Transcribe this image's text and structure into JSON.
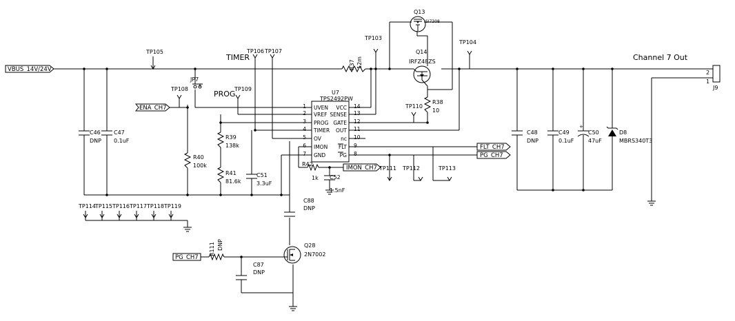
{
  "nets": {
    "vbus": "VBUS_14V/24V",
    "ena": "ENA_CH7",
    "flt": "FLT_CH7",
    "pg_out": "PG_CH7",
    "imon": "IMON_CH7",
    "pg_in": "PG_CH7"
  },
  "labels": {
    "timer": "TIMER",
    "prog": "PROG",
    "channel_out": "Channel 7 Out"
  },
  "test_points": {
    "tp103": "TP103",
    "tp104": "TP104",
    "tp105": "TP105",
    "tp106": "TP106",
    "tp107": "TP107",
    "tp108": "TP108",
    "tp109": "TP109",
    "tp110": "TP110",
    "tp111": "TP111",
    "tp112": "TP112",
    "tp113": "TP113",
    "tp114": "TP114",
    "tp115": "TP115",
    "tp116": "TP116",
    "tp117": "TP117",
    "tp118": "TP118",
    "tp119": "TP119"
  },
  "ic": {
    "ref": "U7",
    "part": "TPS2492PW",
    "left_pins": [
      {
        "num": "1",
        "name": "UVEN"
      },
      {
        "num": "2",
        "name": "VREF"
      },
      {
        "num": "3",
        "name": "PROG"
      },
      {
        "num": "4",
        "name": "TIMER"
      },
      {
        "num": "5",
        "name": "OV"
      },
      {
        "num": "6",
        "name": "IMON"
      },
      {
        "num": "7",
        "name": "GND"
      }
    ],
    "right_pins": [
      {
        "num": "14",
        "name": "VCC"
      },
      {
        "num": "13",
        "name": "SENSE"
      },
      {
        "num": "12",
        "name": "GATE"
      },
      {
        "num": "11",
        "name": "OUT"
      },
      {
        "num": "10",
        "name": "nc"
      },
      {
        "num": "9",
        "name": "FLT"
      },
      {
        "num": "8",
        "name": "PG"
      }
    ]
  },
  "components": {
    "q13": {
      "ref": "Q13",
      "part": "SI7308"
    },
    "q14": {
      "ref": "Q14",
      "part": "IRFZ48ZS"
    },
    "q28": {
      "ref": "Q28",
      "part": "2N7002"
    },
    "r37": {
      "ref": "R37",
      "value": "12m"
    },
    "r38": {
      "ref": "R38",
      "value": "10"
    },
    "r39": {
      "ref": "R39",
      "value": "138k"
    },
    "r40": {
      "ref": "R40",
      "value": "100k"
    },
    "r41": {
      "ref": "R41",
      "value": "81.6k"
    },
    "r42": {
      "ref": "R42",
      "value": "1k"
    },
    "r111": {
      "ref": "R111",
      "value": "DNP"
    },
    "c46": {
      "ref": "C46",
      "value": "DNP"
    },
    "c47": {
      "ref": "C47",
      "value": "0.1uF"
    },
    "c48": {
      "ref": "C48",
      "value": "DNP"
    },
    "c49": {
      "ref": "C49",
      "value": "0.1uF"
    },
    "c50": {
      "ref": "C50",
      "value": "47uF"
    },
    "c51": {
      "ref": "C51",
      "value": "3.3uF"
    },
    "c52": {
      "ref": "C52",
      "value": "1.5nF"
    },
    "c87": {
      "ref": "C87",
      "value": "DNP"
    },
    "c88": {
      "ref": "C88",
      "value": "DNP"
    },
    "d8": {
      "ref": "D8",
      "part": "MBRS340T3"
    },
    "jp7": {
      "ref": "JP7"
    },
    "j9": {
      "ref": "J9",
      "pin_top": "2",
      "pin_bottom": "1"
    }
  }
}
